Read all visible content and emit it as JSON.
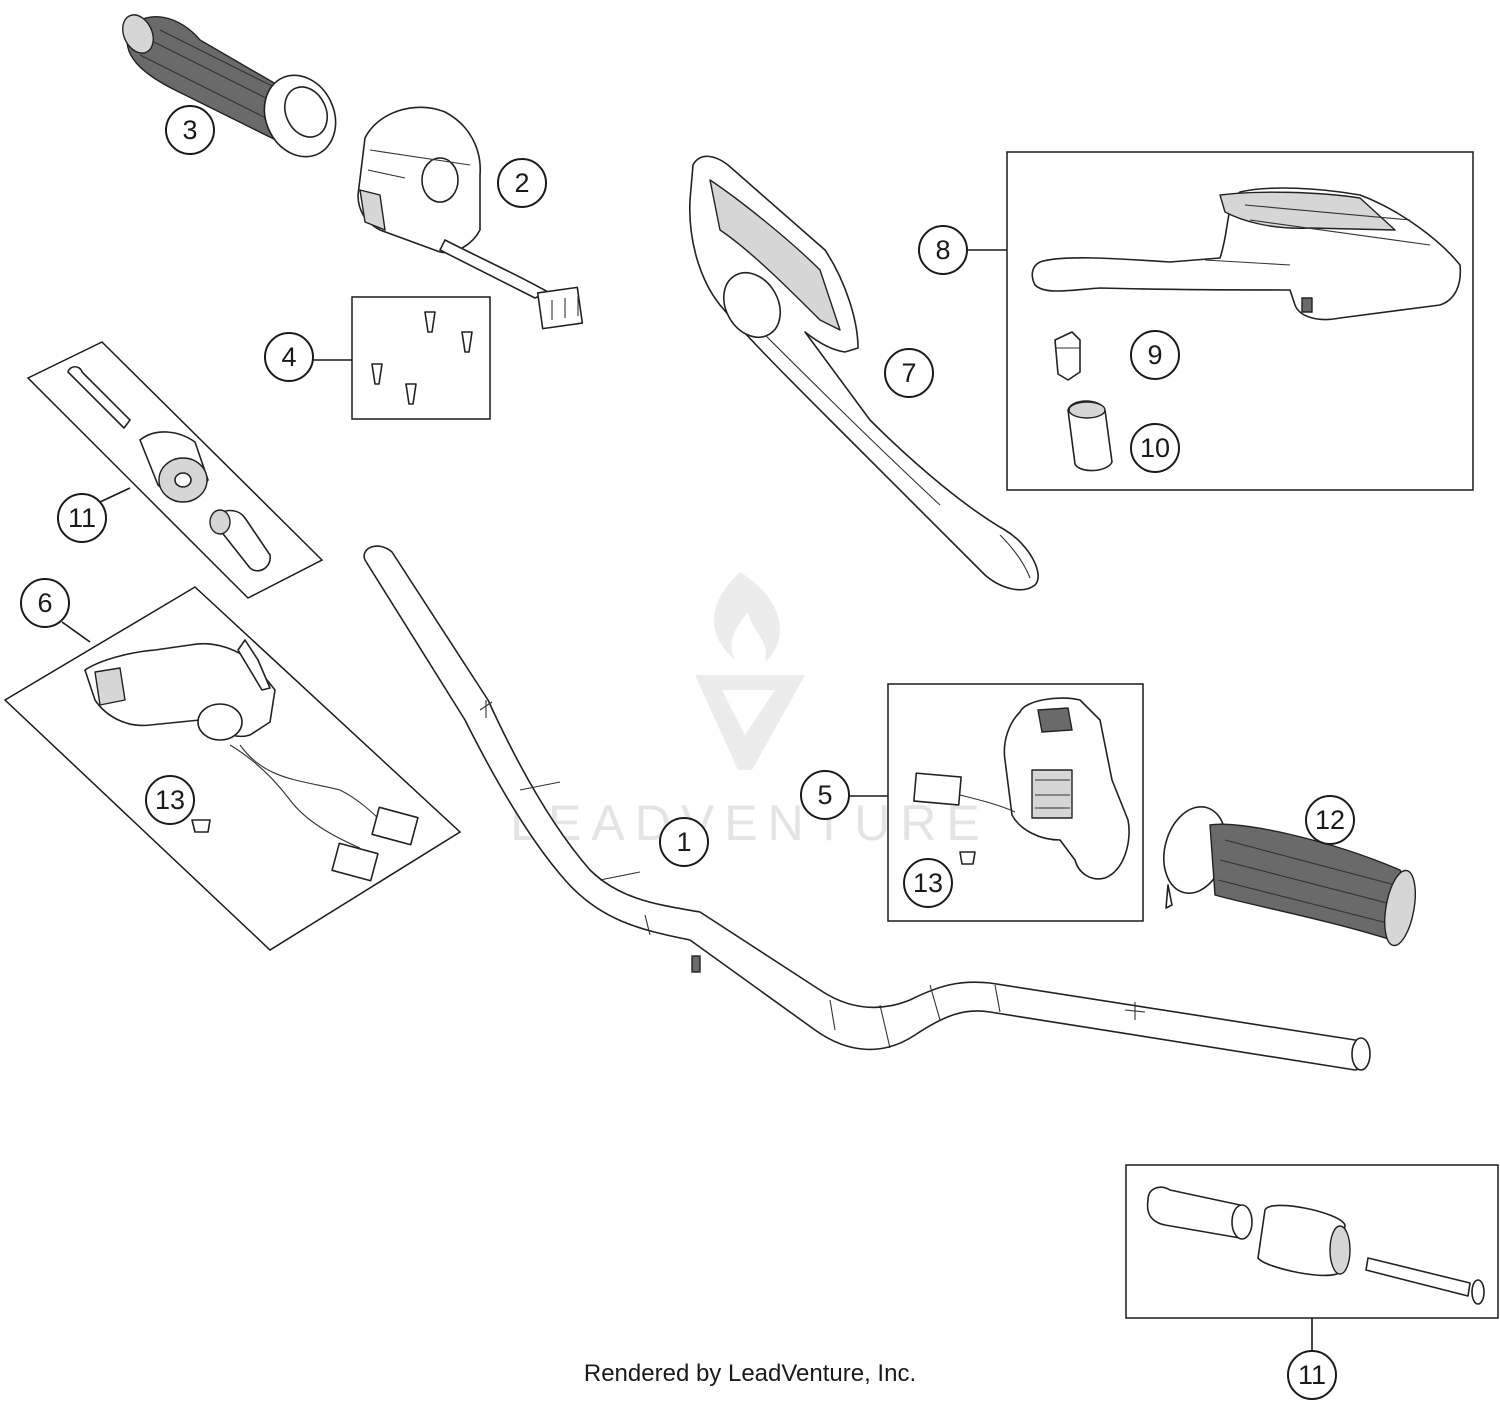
{
  "watermark": {
    "text": "LEADVENTURE"
  },
  "credit": "Rendered by LeadVenture, Inc.",
  "callouts": [
    {
      "id": "1",
      "label": "1"
    },
    {
      "id": "2",
      "label": "2"
    },
    {
      "id": "3",
      "label": "3"
    },
    {
      "id": "4",
      "label": "4"
    },
    {
      "id": "5",
      "label": "5"
    },
    {
      "id": "6",
      "label": "6"
    },
    {
      "id": "7",
      "label": "7"
    },
    {
      "id": "8",
      "label": "8"
    },
    {
      "id": "9",
      "label": "9"
    },
    {
      "id": "10",
      "label": "10"
    },
    {
      "id": "11a",
      "label": "11"
    },
    {
      "id": "11b",
      "label": "11"
    },
    {
      "id": "12",
      "label": "12"
    },
    {
      "id": "13a",
      "label": "13"
    },
    {
      "id": "13b",
      "label": "13"
    }
  ]
}
